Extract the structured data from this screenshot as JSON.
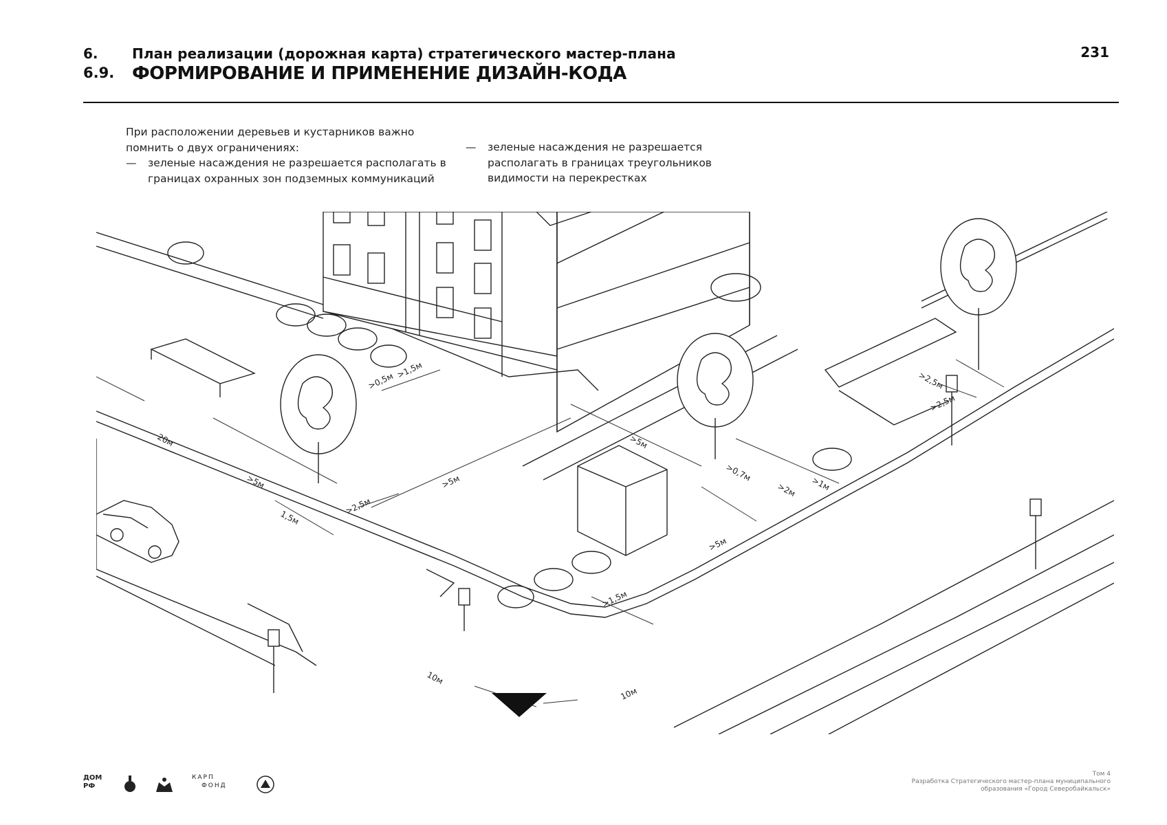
{
  "header": {
    "section_num": "6.",
    "section_title": "План реализации (дорожная карта) стратегического мастер-плана",
    "subsection_num": "6.9.",
    "subsection_title": "ФОРМИРОВАНИЕ И ПРИМЕНЕНИЕ ДИЗАЙН-КОДА",
    "page_number": "231"
  },
  "intro": {
    "lead": "При расположении деревьев и кустарников важно помнить о двух ограничениях:",
    "bullet_dash": "—",
    "bullet1": "зеленые насаждения не разрешается располагать в границах охранных зон подземных коммуникаций",
    "bullet2": "зеленые насаждения не разрешается располагать в границах треугольников видимости на перекрестках"
  },
  "dimensions": {
    "d_0_5": ">0,5м",
    "d_1_5a": ">1,5м",
    "d_20": "20м",
    "d_5a": ">5м",
    "d_1_5b": "1,5м",
    "d_2_5a": ">2,5м",
    "d_5b": ">5м",
    "d_5c": ">5м",
    "d_0_7": ">0,7м",
    "d_2": ">2м",
    "d_1": ">1м",
    "d_5d": ">5м",
    "d_1_5c": ">1,5м",
    "d_2_5b": ">2,5м",
    "d_2_5c": ">2,5м",
    "d_10a": "10м",
    "d_10b": "10м"
  },
  "footer": {
    "logo_dom": "ДОМ РФ",
    "logo_karp": "КАРП",
    "logo_fond": "ФОНД",
    "line1": "Том 4",
    "line2": "Разработка Стратегического мастер-плана муниципального",
    "line3": "образования «Город Северобайкальск»"
  }
}
